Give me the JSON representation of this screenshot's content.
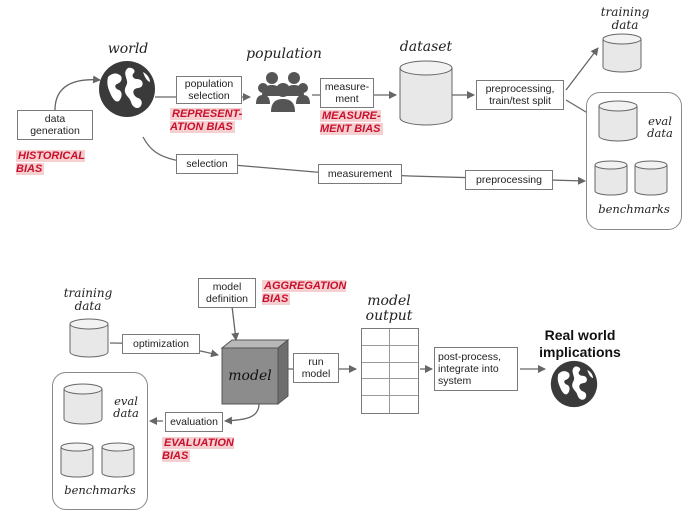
{
  "top": {
    "world_title": "world",
    "population_title": "population",
    "dataset_title": "dataset",
    "training_data_title": "training data",
    "eval_data_title": "eval data",
    "benchmarks_title": "benchmarks",
    "data_generation": "data generation",
    "population_selection": "population selection",
    "measurement_1": "measure-ment",
    "preprocessing_split": "preprocessing, train/test split",
    "selection": "selection",
    "measurement_2": "measurement",
    "preprocessing": "preprocessing",
    "historical_bias": "HISTORICAL BIAS",
    "representation_bias": "REPRESENT-ATION BIAS",
    "measurement_bias": "MEASURE-MENT BIAS"
  },
  "bottom": {
    "training_data_title": "training data",
    "eval_data_title": "eval data",
    "benchmarks_title": "benchmarks",
    "model_definition": "model definition",
    "aggregation_bias": "AGGREGATION BIAS",
    "optimization": "optimization",
    "model_label": "model",
    "run_model": "run model",
    "model_output_title": "model output",
    "post_process": "post-process, integrate into system",
    "real_world": "Real world implications",
    "evaluation": "evaluation",
    "evaluation_bias": "EVALUATION BIAS"
  },
  "colors": {
    "bias_text": "#c8102e",
    "bias_highlight": "#f6d0d0",
    "arrow": "#666666",
    "cylinder_fill": "#e8e8e8",
    "globe_dark": "#3a3a3a",
    "cube_front": "#8c8c8c"
  },
  "icons": [
    "globe-icon",
    "people-icon",
    "database-icon",
    "cube-icon",
    "globe-icon"
  ]
}
